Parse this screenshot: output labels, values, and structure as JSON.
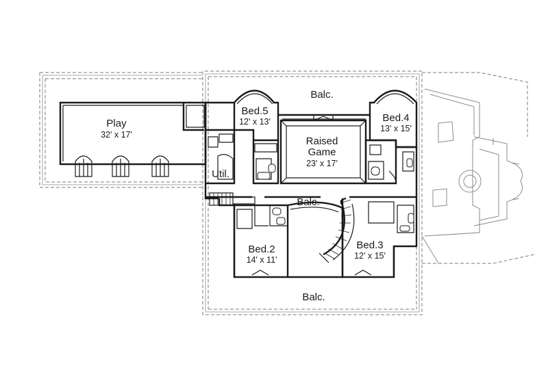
{
  "rooms": [
    {
      "key": "play",
      "name": "Play",
      "dim": "32' x 17'"
    },
    {
      "key": "bed5",
      "name": "Bed.5",
      "dim": "12' x 13'"
    },
    {
      "key": "bed4",
      "name": "Bed.4",
      "dim": "13' x 15'"
    },
    {
      "key": "game",
      "name": "Raised",
      "name2": "Game",
      "dim": "23' x 17'"
    },
    {
      "key": "util",
      "name": "Util."
    },
    {
      "key": "bed2",
      "name": "Bed.2",
      "dim": "14' x 11'"
    },
    {
      "key": "bed3",
      "name": "Bed.3",
      "dim": "12' x 15'"
    }
  ],
  "balconies": [
    "Balc.",
    "Balc.",
    "Balc."
  ]
}
